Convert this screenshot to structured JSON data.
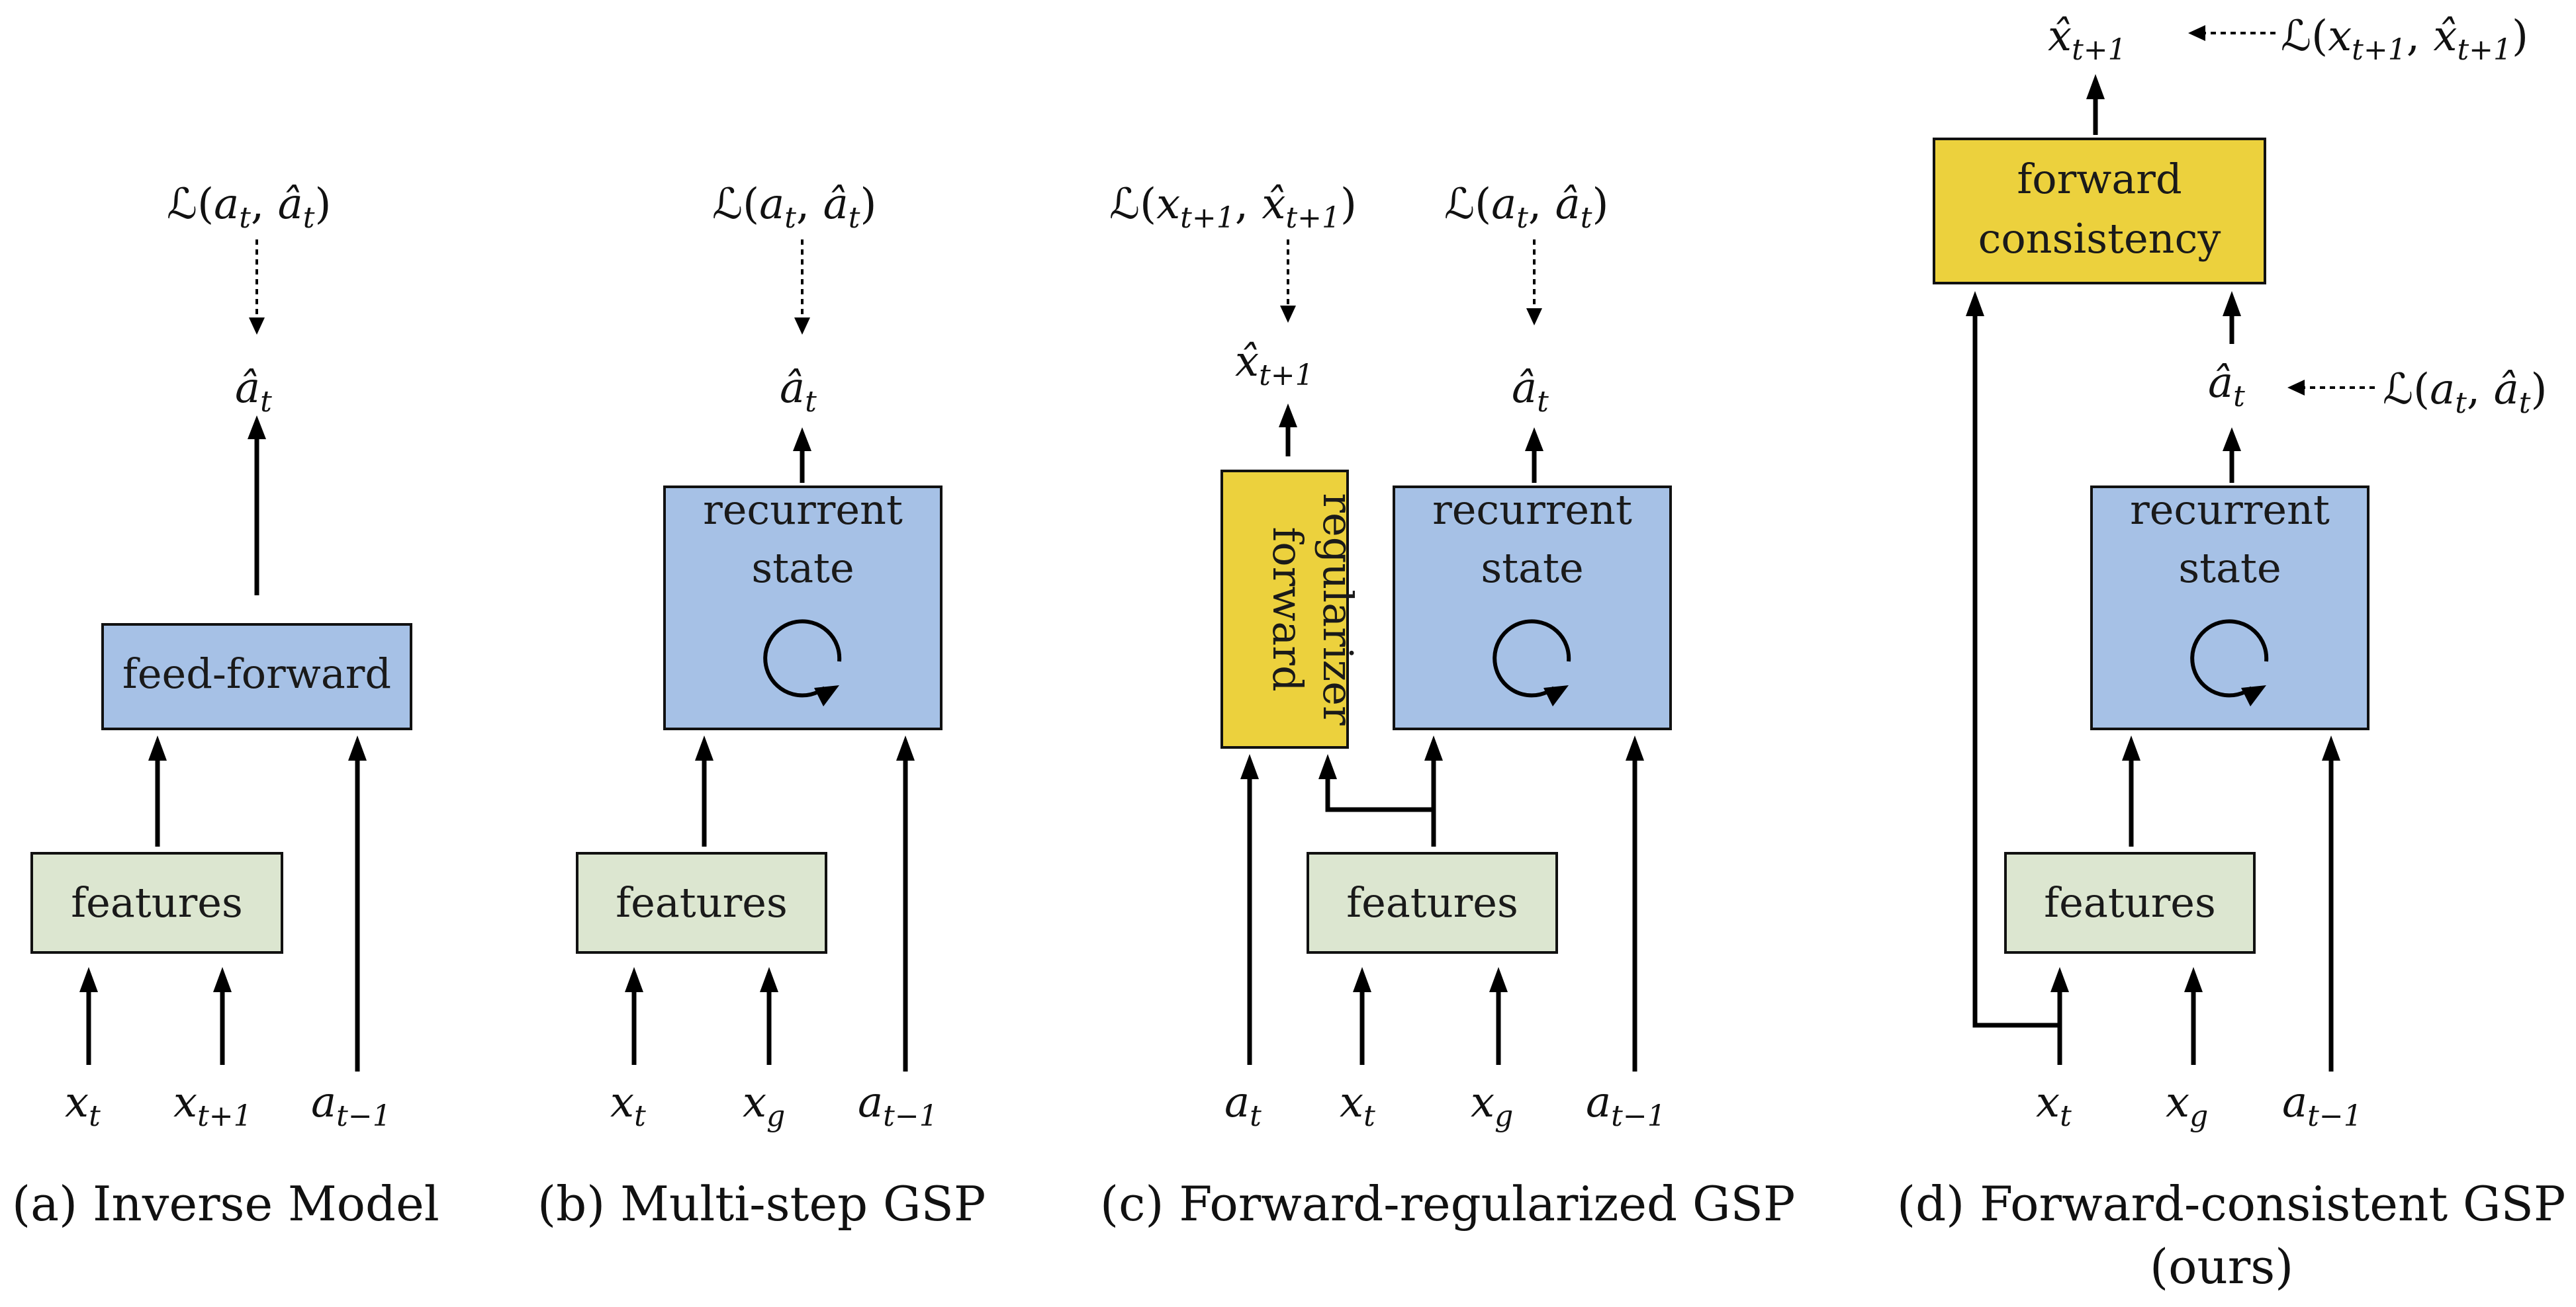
{
  "colors": {
    "blue_box": "#a6c1e6",
    "green_box": "#dce6d0",
    "yellow_box": "#ecd13d",
    "stroke": "#000000"
  },
  "labels": {
    "feed_forward": "feed-forward",
    "features": "features",
    "recurrent": "recurrent",
    "state": "state",
    "forward": "forward",
    "regularizer": "regularizer",
    "consistency": "consistency",
    "loss_action": "ℒ(at, ât)",
    "loss_state": "ℒ(xt+1, x̂t+1)",
    "pred_action": "ât",
    "pred_state": "x̂t+1",
    "x_t": "xt",
    "x_t1": "xt+1",
    "x_g": "xg",
    "a_t": "at",
    "a_tm1": "at−1"
  },
  "captions": {
    "a": "(a) Inverse Model",
    "b": "(b) Multi-step GSP",
    "c": "(c) Forward-regularized GSP",
    "d_line1": "(d) Forward-consistent GSP",
    "d_line2": "(ours)"
  }
}
